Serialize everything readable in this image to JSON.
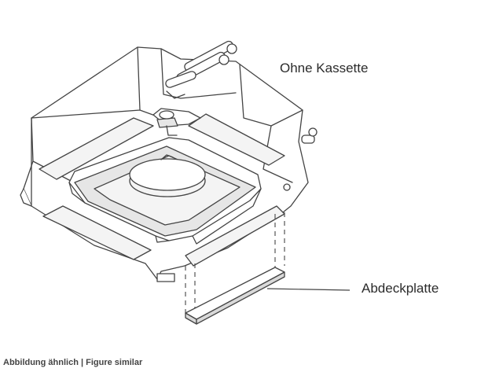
{
  "labels": {
    "ohne_kassette": "Ohne Kassette",
    "abdeckplatte": "Abdeckplatte"
  },
  "caption": "Abbildung ähnlich | Figure similar",
  "colors": {
    "line": "#444444",
    "fill_light": "#f4f4f4",
    "fill_mid": "#e6e6e6",
    "plate": "#d9d9d9"
  }
}
